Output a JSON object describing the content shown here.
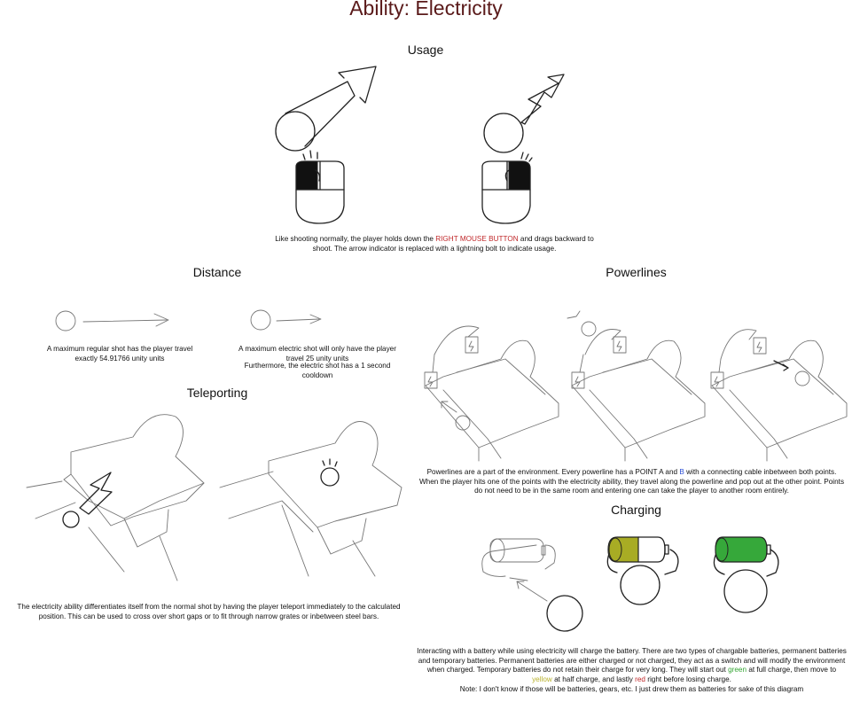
{
  "title": "Ability: Electricity",
  "usage": {
    "heading": "Usage",
    "caption_pre": "Like shooting normally, the player holds down the ",
    "caption_highlight": "RIGHT MOUSE BUTTON",
    "caption_post": " and drags backward to shoot. The arrow indicator is replaced with a lightning bolt to indicate usage."
  },
  "distance": {
    "heading": "Distance",
    "regular_caption": "A maximum regular shot has the player travel exactly 54.91766 unity units",
    "electric_caption": "A maximum electric shot will only have the player travel 25 unity units",
    "cooldown_caption": "Furthermore, the electric shot has a 1 second cooldown"
  },
  "teleporting": {
    "heading": "Teleporting",
    "caption": "The electricity ability differentiates itself from the normal shot by having the player teleport immediately to the calculated position. This can be used to cross over short gaps or to fit through narrow grates or inbetween steel bars."
  },
  "powerlines": {
    "heading": "Powerlines",
    "caption_1": "Powerlines are a part of the environment. Every powerline has a ",
    "point_a": "POINT A",
    "caption_2": " and ",
    "point_b": "B",
    "caption_3": " with a connecting cable inbetween both points. When the player hits one of the points with the electricity ability, they travel along the powerline and pop out at the other point. Points do not need to be in the same room and entering one can take the player to another room entirely."
  },
  "charging": {
    "heading": "Charging",
    "caption_1": "Interacting with a battery while using electricity will charge the battery. There are two types of chargable batteries, permanent batteries and temporary batteries. Permanent batteries are either charged or not charged, they act as a switch and will modify the environment when charged. Temporary batteries do not retain their charge for very long. They will start out ",
    "word_green": "green",
    "caption_2": " at full charge, then move to ",
    "word_yellow": "yellow",
    "caption_3": " at half charge, and lastly ",
    "word_red": "red",
    "caption_4": " right before losing charge.",
    "note": "Note: I don't know if those will be batteries, gears, etc. I just drew them as batteries for sake of this diagram"
  },
  "colors": {
    "title": "#5a1a1a",
    "highlight_red": "#c0282a",
    "point_b_blue": "#2c4fd6",
    "charge_green": "#34a533",
    "charge_yellow": "#a9ac22"
  }
}
